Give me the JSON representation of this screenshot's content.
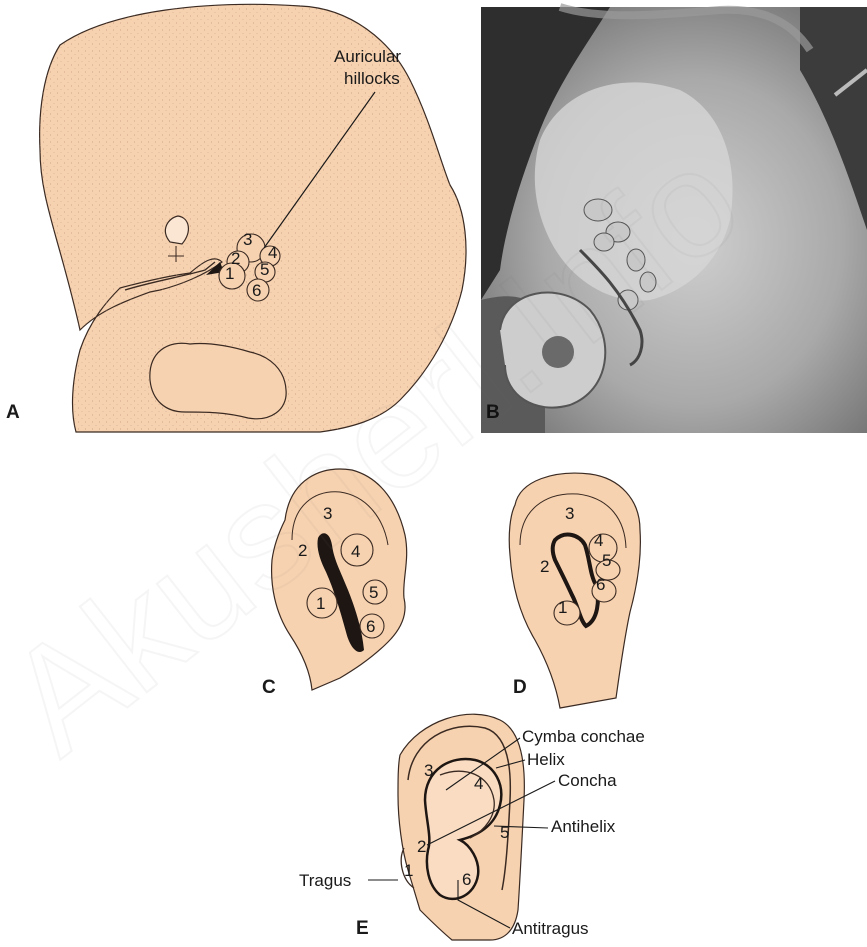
{
  "colors": {
    "skin": "#f7d2b0",
    "outline": "#3a2a22",
    "leader": "#1a1a1a",
    "photo_dark": "#3b3b3b",
    "photo_light": "#bdbdbd"
  },
  "watermark": "Akusherl.Info",
  "panels": {
    "A": {
      "letter": "A",
      "label": "Auricular\nhillocks",
      "label_lines": [
        "Auricular",
        "hillocks"
      ],
      "hillocks": [
        "1",
        "2",
        "3",
        "4",
        "5",
        "6"
      ]
    },
    "B": {
      "letter": "B"
    },
    "C": {
      "letter": "C",
      "hillocks": [
        "1",
        "2",
        "3",
        "4",
        "5",
        "6"
      ]
    },
    "D": {
      "letter": "D",
      "hillocks": [
        "1",
        "2",
        "3",
        "4",
        "5",
        "6"
      ]
    },
    "E": {
      "letter": "E",
      "hillocks": [
        "1",
        "2",
        "3",
        "4",
        "5",
        "6"
      ],
      "labels": {
        "cymba_conchae": "Cymba conchae",
        "helix": "Helix",
        "concha": "Concha",
        "antihelix": "Antihelix",
        "tragus": "Tragus",
        "antitragus": "Antitragus"
      }
    }
  }
}
